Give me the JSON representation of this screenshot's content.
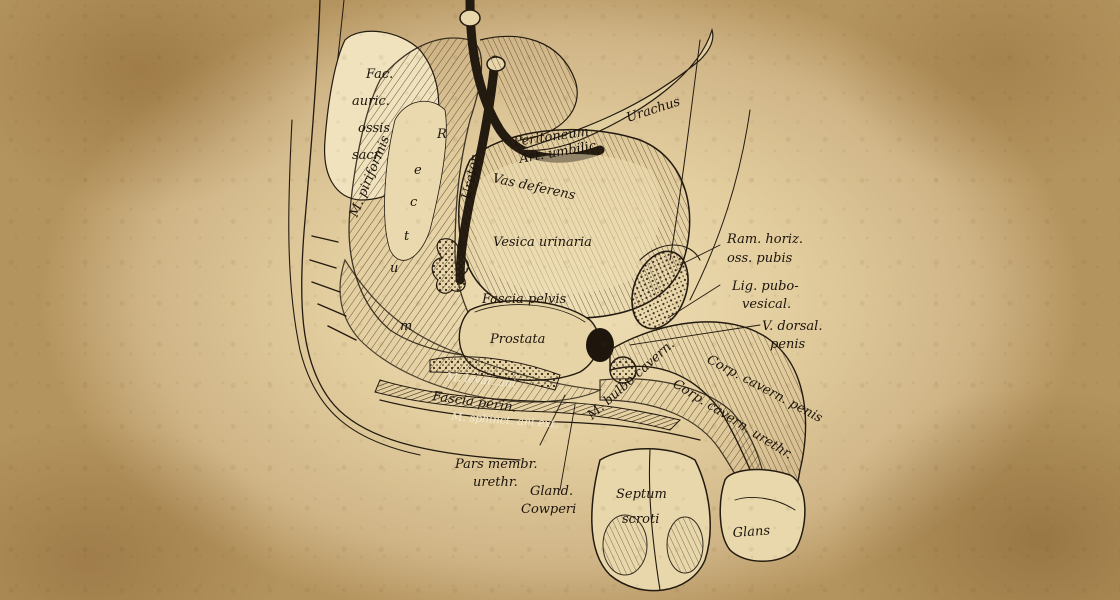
{
  "labels": {
    "fac_1": "Fac.",
    "fac_2": "auric.",
    "fac_3": "ossis",
    "fac_4": "sacr.",
    "m_piriformis": "M. piriformis",
    "rectum_r": "R",
    "rectum_e": "e",
    "rectum_c": "c",
    "rectum_t": "t",
    "rectum_u": "u",
    "rectum_m": "m",
    "urachus": "Urachus",
    "peritoneum": "Peritoneum",
    "art_umbilic": "Art. umbilic.",
    "ureter": "Ureter",
    "vas_deferens": "Vas deferens",
    "vesica_urinaria": "Vesica urinaria",
    "fascia_pelvis": "Fascia pelvis",
    "prostata": "Prostata",
    "ram_horiz_1": "Ram. horiz.",
    "ram_horiz_2": "oss. pubis",
    "lig_pubo_1": "Lig. pubo-",
    "lig_pubo_2": "vesical.",
    "v_dorsal_1": "V. dorsal.",
    "v_dorsal_2": "penis",
    "m_levat": "M. levat. ani",
    "fascia_perin": "Fascia perin.",
    "m_sphinct": "M. sphinct. ani ext.",
    "m_bulbo": "M. bulbo-cavern.",
    "corp_cavern_penis": "Corp. cavern. penis",
    "corp_cavern_urethr": "Corp. cavern. urethr.",
    "pars_membr_1": "Pars membr.",
    "pars_membr_2": "urethr.",
    "gland_1": "Gland.",
    "gland_2": "Cowperi",
    "septum_1": "Septum",
    "septum_2": "scroti",
    "glans": "Glans"
  },
  "colors": {
    "parchment_light": "#efe0b7",
    "parchment_dark": "#b4945e",
    "ink": "#231a10"
  }
}
